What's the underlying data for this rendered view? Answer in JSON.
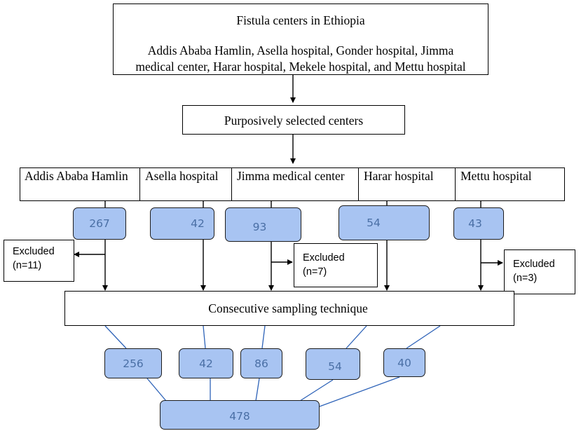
{
  "top_box": {
    "title": "Fistula centers in Ethiopia",
    "centers_line1": "Addis Ababa Hamlin, Asella hospital, Gonder hospital, Jimma",
    "centers_line2": "medical center, Harar hospital, Mekele hospital, and Mettu hospital"
  },
  "selection_box": {
    "label": "Purposively selected centers"
  },
  "centers": [
    {
      "name": "Addis Ababa Hamlin",
      "enrolled": "267",
      "excluded": "Excluded",
      "excluded_n": "(n=11)",
      "sampled": "256"
    },
    {
      "name": "Asella hospital",
      "enrolled": "42",
      "sampled": "42"
    },
    {
      "name": "Jimma medical center",
      "enrolled": "93",
      "excluded": "Excluded",
      "excluded_n": "(n=7)",
      "sampled": "86"
    },
    {
      "name": "Harar hospital",
      "enrolled": "54",
      "sampled": "54"
    },
    {
      "name": "Mettu hospital",
      "enrolled": "43",
      "excluded": "Excluded",
      "excluded_n": "(n=3)",
      "sampled": "40"
    }
  ],
  "sampling_box": {
    "label": "Consecutive sampling technique"
  },
  "total": {
    "value": "478"
  },
  "colors": {
    "box_fill": "#a8c4f2",
    "number_text": "#4a6fa5",
    "connector_line": "#2e63b8",
    "arrow": "#000000"
  }
}
